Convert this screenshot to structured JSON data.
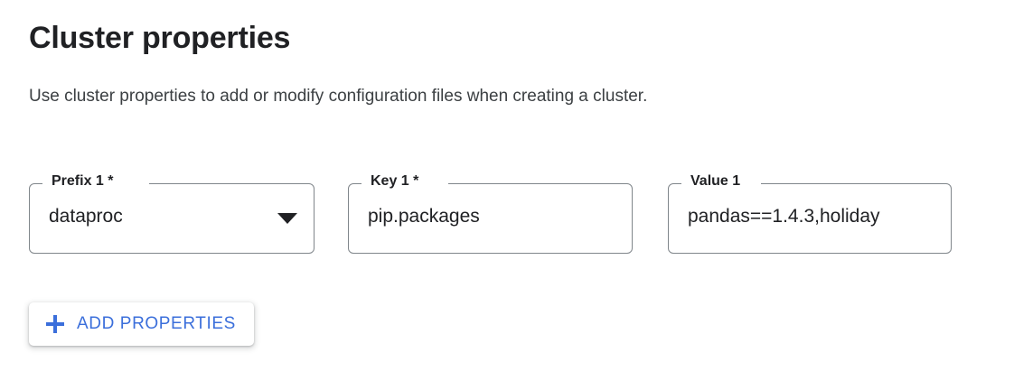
{
  "header": {
    "title": "Cluster properties",
    "description": "Use cluster properties to add or modify configuration files when creating a cluster."
  },
  "colors": {
    "accent_blue": "#3b6fdb",
    "text_primary": "#202124",
    "text_secondary": "#3c4043",
    "field_border": "#80868b",
    "background": "#ffffff"
  },
  "properties_row": {
    "prefix_field": {
      "label": "Prefix 1 *",
      "value": "dataproc",
      "control": "select",
      "icon": "chevron-down-icon"
    },
    "key_field": {
      "label": "Key 1 *",
      "value": "pip.packages",
      "control": "text",
      "placeholder": ""
    },
    "value_field": {
      "label": "Value 1",
      "value": "pandas==1.4.3,holiday",
      "control": "text",
      "placeholder": ""
    }
  },
  "actions": {
    "add_properties": {
      "label": "ADD PROPERTIES",
      "icon": "plus-icon"
    }
  }
}
